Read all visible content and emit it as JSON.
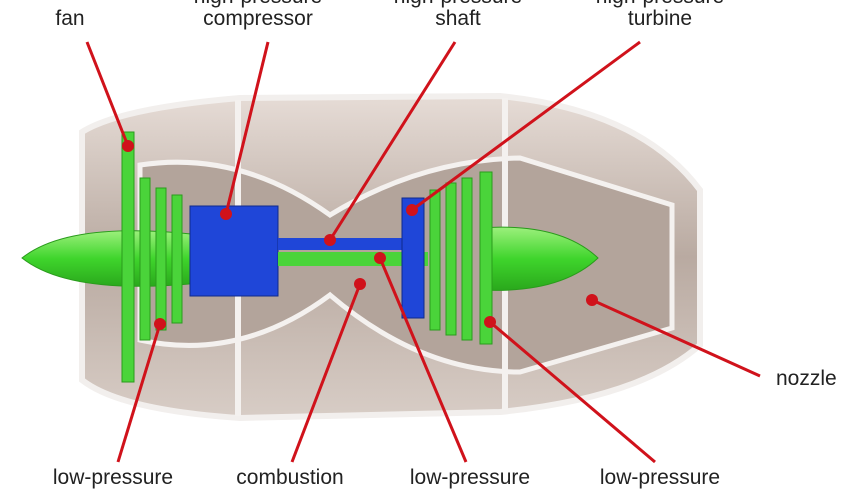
{
  "colors": {
    "accent": "#d0121b",
    "low_pressure": "#44dd33",
    "high_pressure": "#1a3fd6",
    "casing": "#c9bdb5",
    "background": "#ffffff"
  },
  "labels": {
    "fan": "fan",
    "hp_compressor": "high-pressure\ncompressor",
    "hp_shaft": "high-pressure\nshaft",
    "hp_turbine": "high-pressure\nturbine",
    "nozzle": "nozzle",
    "lp_compressor": "low-pressure",
    "combustion": "combustion",
    "lp_shaft": "low-pressure",
    "lp_turbine": "low-pressure"
  }
}
